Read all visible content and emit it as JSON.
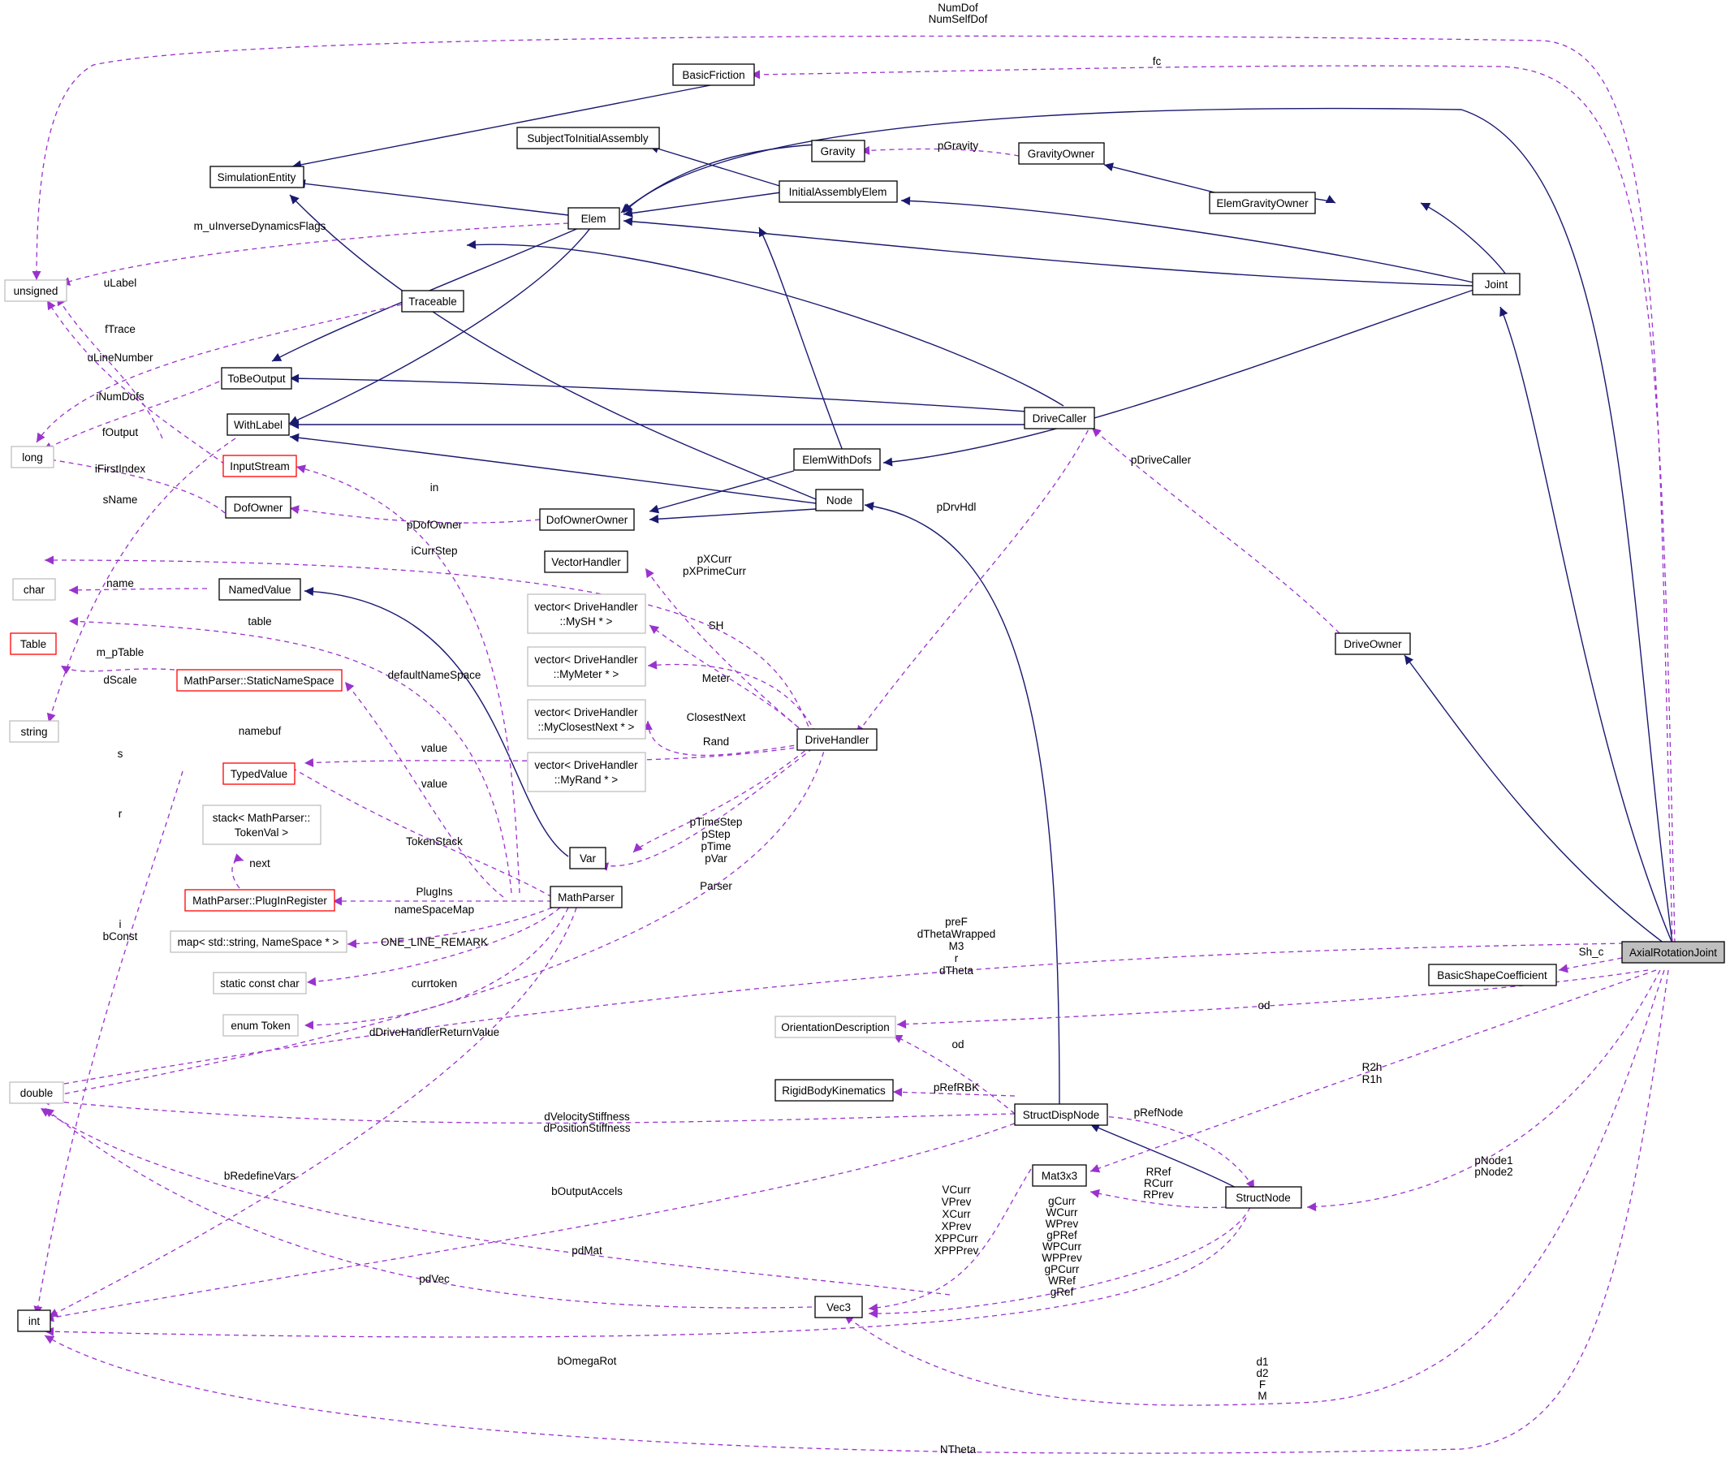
{
  "title": "",
  "colors": {
    "inheritance": "#191970",
    "usage": "#9a32cd",
    "focus_fill": "#bfbfbf",
    "truncated": "#ff0000",
    "external": "#bfbfbf"
  },
  "nodes": [
    {
      "id": "BasicFriction",
      "lines": [
        "BasicFriction"
      ],
      "kind": "normal"
    },
    {
      "id": "SubjectToInitialAssembly",
      "lines": [
        "SubjectToInitialAssembly"
      ],
      "kind": "normal"
    },
    {
      "id": "SimulationEntity",
      "lines": [
        "SimulationEntity"
      ],
      "kind": "normal"
    },
    {
      "id": "Gravity",
      "lines": [
        "Gravity"
      ],
      "kind": "normal"
    },
    {
      "id": "GravityOwner",
      "lines": [
        "GravityOwner"
      ],
      "kind": "normal"
    },
    {
      "id": "InitialAssemblyElem",
      "lines": [
        "InitialAssemblyElem"
      ],
      "kind": "normal"
    },
    {
      "id": "ElemGravityOwner",
      "lines": [
        "ElemGravityOwner"
      ],
      "kind": "normal"
    },
    {
      "id": "Elem",
      "lines": [
        "Elem"
      ],
      "kind": "normal"
    },
    {
      "id": "unsigned",
      "lines": [
        "unsigned"
      ],
      "kind": "lib"
    },
    {
      "id": "Joint",
      "lines": [
        "Joint"
      ],
      "kind": "normal"
    },
    {
      "id": "Traceable",
      "lines": [
        "Traceable"
      ],
      "kind": "normal"
    },
    {
      "id": "ToBeOutput",
      "lines": [
        "ToBeOutput"
      ],
      "kind": "normal"
    },
    {
      "id": "WithLabel",
      "lines": [
        "WithLabel"
      ],
      "kind": "normal"
    },
    {
      "id": "DriveCaller",
      "lines": [
        "DriveCaller"
      ],
      "kind": "normal"
    },
    {
      "id": "long",
      "lines": [
        "long"
      ],
      "kind": "lib"
    },
    {
      "id": "InputStream",
      "lines": [
        "InputStream"
      ],
      "kind": "trunc"
    },
    {
      "id": "ElemWithDofs",
      "lines": [
        "ElemWithDofs"
      ],
      "kind": "normal"
    },
    {
      "id": "DofOwner",
      "lines": [
        "DofOwner"
      ],
      "kind": "normal"
    },
    {
      "id": "Node",
      "lines": [
        "Node"
      ],
      "kind": "normal"
    },
    {
      "id": "DofOwnerOwner",
      "lines": [
        "DofOwnerOwner"
      ],
      "kind": "normal"
    },
    {
      "id": "VectorHandler",
      "lines": [
        "VectorHandler"
      ],
      "kind": "normal"
    },
    {
      "id": "char",
      "lines": [
        "char"
      ],
      "kind": "lib"
    },
    {
      "id": "NamedValue",
      "lines": [
        "NamedValue"
      ],
      "kind": "normal"
    },
    {
      "id": "vecMySH",
      "lines": [
        "vector< DriveHandler",
        "::MySH * >"
      ],
      "kind": "lib"
    },
    {
      "id": "Table",
      "lines": [
        "Table"
      ],
      "kind": "trunc"
    },
    {
      "id": "DriveOwner",
      "lines": [
        "DriveOwner"
      ],
      "kind": "normal"
    },
    {
      "id": "vecMyMeter",
      "lines": [
        "vector< DriveHandler",
        "::MyMeter * >"
      ],
      "kind": "lib"
    },
    {
      "id": "StaticNameSpace",
      "lines": [
        "MathParser::StaticNameSpace"
      ],
      "kind": "trunc"
    },
    {
      "id": "vecMyClosestNext",
      "lines": [
        "vector< DriveHandler",
        "::MyClosestNext * >"
      ],
      "kind": "lib"
    },
    {
      "id": "string",
      "lines": [
        "string"
      ],
      "kind": "lib"
    },
    {
      "id": "DriveHandler",
      "lines": [
        "DriveHandler"
      ],
      "kind": "normal"
    },
    {
      "id": "TypedValue",
      "lines": [
        "TypedValue"
      ],
      "kind": "trunc"
    },
    {
      "id": "vecMyRand",
      "lines": [
        "vector< DriveHandler",
        "::MyRand * >"
      ],
      "kind": "lib"
    },
    {
      "id": "stackTokenVal",
      "lines": [
        "stack< MathParser::",
        "TokenVal >"
      ],
      "kind": "lib"
    },
    {
      "id": "Var",
      "lines": [
        "Var"
      ],
      "kind": "normal"
    },
    {
      "id": "PlugInRegister",
      "lines": [
        "MathParser::PlugInRegister"
      ],
      "kind": "trunc"
    },
    {
      "id": "MathParser",
      "lines": [
        "MathParser"
      ],
      "kind": "normal"
    },
    {
      "id": "mapNameSpace",
      "lines": [
        "map< std::string, NameSpace * >"
      ],
      "kind": "lib"
    },
    {
      "id": "AxialRotationJoint",
      "lines": [
        "AxialRotationJoint"
      ],
      "kind": "focus"
    },
    {
      "id": "BasicShapeCoefficient",
      "lines": [
        "BasicShapeCoefficient"
      ],
      "kind": "normal"
    },
    {
      "id": "staticConstChar",
      "lines": [
        "static const char"
      ],
      "kind": "lib"
    },
    {
      "id": "enumToken",
      "lines": [
        "enum Token"
      ],
      "kind": "lib"
    },
    {
      "id": "OrientationDescription",
      "lines": [
        "OrientationDescription"
      ],
      "kind": "lib"
    },
    {
      "id": "double",
      "lines": [
        "double"
      ],
      "kind": "lib"
    },
    {
      "id": "RigidBodyKinematics",
      "lines": [
        "RigidBodyKinematics"
      ],
      "kind": "normal"
    },
    {
      "id": "StructDispNode",
      "lines": [
        "StructDispNode"
      ],
      "kind": "normal"
    },
    {
      "id": "Mat3x3",
      "lines": [
        "Mat3x3"
      ],
      "kind": "normal"
    },
    {
      "id": "StructNode",
      "lines": [
        "StructNode"
      ],
      "kind": "normal"
    },
    {
      "id": "int",
      "lines": [
        "int"
      ],
      "kind": "normal"
    },
    {
      "id": "Vec3",
      "lines": [
        "Vec3"
      ],
      "kind": "normal"
    }
  ],
  "edge_labels": [
    {
      "id": "NumDof",
      "lines": [
        "NumDof",
        "NumSelfDof"
      ]
    },
    {
      "id": "fc",
      "lines": [
        "fc"
      ]
    },
    {
      "id": "pGravity",
      "lines": [
        "pGravity"
      ]
    },
    {
      "id": "m_uInverseDynamicsFlags",
      "lines": [
        "m_uInverseDynamicsFlags"
      ]
    },
    {
      "id": "uLabel",
      "lines": [
        "uLabel"
      ]
    },
    {
      "id": "fTrace",
      "lines": [
        "fTrace"
      ]
    },
    {
      "id": "uLineNumber",
      "lines": [
        "uLineNumber"
      ]
    },
    {
      "id": "iNumDofs",
      "lines": [
        "iNumDofs"
      ]
    },
    {
      "id": "fOutput",
      "lines": [
        "fOutput"
      ]
    },
    {
      "id": "iFirstIndex",
      "lines": [
        "iFirstIndex"
      ]
    },
    {
      "id": "sName",
      "lines": [
        "sName"
      ]
    },
    {
      "id": "in",
      "lines": [
        "in"
      ]
    },
    {
      "id": "pDriveCaller",
      "lines": [
        "pDriveCaller"
      ]
    },
    {
      "id": "pDrvHdl",
      "lines": [
        "pDrvHdl"
      ]
    },
    {
      "id": "pDofOwner",
      "lines": [
        "pDofOwner"
      ]
    },
    {
      "id": "iCurrStep",
      "lines": [
        "iCurrStep"
      ]
    },
    {
      "id": "pXCurr",
      "lines": [
        "pXCurr",
        "pXPrimeCurr"
      ]
    },
    {
      "id": "name",
      "lines": [
        "name"
      ]
    },
    {
      "id": "table",
      "lines": [
        "table"
      ]
    },
    {
      "id": "SH",
      "lines": [
        "SH"
      ]
    },
    {
      "id": "m_pTable",
      "lines": [
        "m_pTable"
      ]
    },
    {
      "id": "defaultNameSpace",
      "lines": [
        "defaultNameSpace"
      ]
    },
    {
      "id": "dScale",
      "lines": [
        "dScale"
      ]
    },
    {
      "id": "Meter",
      "lines": [
        "Meter"
      ]
    },
    {
      "id": "ClosestNext",
      "lines": [
        "ClosestNext"
      ]
    },
    {
      "id": "namebuf",
      "lines": [
        "namebuf"
      ]
    },
    {
      "id": "Rand",
      "lines": [
        "Rand"
      ]
    },
    {
      "id": "value1",
      "lines": [
        "value"
      ]
    },
    {
      "id": "s",
      "lines": [
        "s"
      ]
    },
    {
      "id": "value2",
      "lines": [
        "value"
      ]
    },
    {
      "id": "r",
      "lines": [
        "r"
      ]
    },
    {
      "id": "pTimeStep",
      "lines": [
        "pTimeStep",
        "pStep",
        "pTime",
        "pVar"
      ]
    },
    {
      "id": "TokenStack",
      "lines": [
        "TokenStack"
      ]
    },
    {
      "id": "next",
      "lines": [
        "next"
      ]
    },
    {
      "id": "Parser",
      "lines": [
        "Parser"
      ]
    },
    {
      "id": "PlugIns",
      "lines": [
        "PlugIns"
      ]
    },
    {
      "id": "nameSpaceMap",
      "lines": [
        "nameSpaceMap"
      ]
    },
    {
      "id": "iBConst",
      "lines": [
        "i",
        "bConst"
      ]
    },
    {
      "id": "preF",
      "lines": [
        "preF",
        "dThetaWrapped",
        "M3",
        "r",
        "dTheta"
      ]
    },
    {
      "id": "Sh_c",
      "lines": [
        "Sh_c"
      ]
    },
    {
      "id": "ONE_LINE_REMARK",
      "lines": [
        "ONE_LINE_REMARK"
      ]
    },
    {
      "id": "currtoken",
      "lines": [
        "currtoken"
      ]
    },
    {
      "id": "od1",
      "lines": [
        "od"
      ]
    },
    {
      "id": "dDriveHandlerReturnValue",
      "lines": [
        "dDriveHandlerReturnValue"
      ]
    },
    {
      "id": "od2",
      "lines": [
        "od"
      ]
    },
    {
      "id": "R2h",
      "lines": [
        "R2h",
        "R1h"
      ]
    },
    {
      "id": "pRefRBK",
      "lines": [
        "pRefRBK"
      ]
    },
    {
      "id": "dVelocityStiffness",
      "lines": [
        "dVelocityStiffness",
        "dPositionStiffness"
      ]
    },
    {
      "id": "pRefNode",
      "lines": [
        "pRefNode"
      ]
    },
    {
      "id": "bRedefineVars",
      "lines": [
        "bRedefineVars"
      ]
    },
    {
      "id": "pNode1",
      "lines": [
        "pNode1",
        "pNode2"
      ]
    },
    {
      "id": "RRef",
      "lines": [
        "RRef",
        "RCurr",
        "RPrev"
      ]
    },
    {
      "id": "VCurr",
      "lines": [
        "VCurr",
        "VPrev",
        "XCurr",
        "XPrev",
        "XPPCurr",
        "XPPPrev"
      ]
    },
    {
      "id": "bOutputAccels",
      "lines": [
        "bOutputAccels"
      ]
    },
    {
      "id": "gCurr",
      "lines": [
        "gCurr",
        "WCurr",
        "WPrev",
        "gPRef",
        "WPCurr",
        "WPPrev",
        "gPCurr",
        "WRef",
        "gRef"
      ]
    },
    {
      "id": "pdMat",
      "lines": [
        "pdMat"
      ]
    },
    {
      "id": "pdVec",
      "lines": [
        "pdVec"
      ]
    },
    {
      "id": "bOmegaRot",
      "lines": [
        "bOmegaRot"
      ]
    },
    {
      "id": "d1",
      "lines": [
        "d1",
        "d2",
        "F",
        "M"
      ]
    },
    {
      "id": "NTheta",
      "lines": [
        "NTheta"
      ]
    }
  ]
}
